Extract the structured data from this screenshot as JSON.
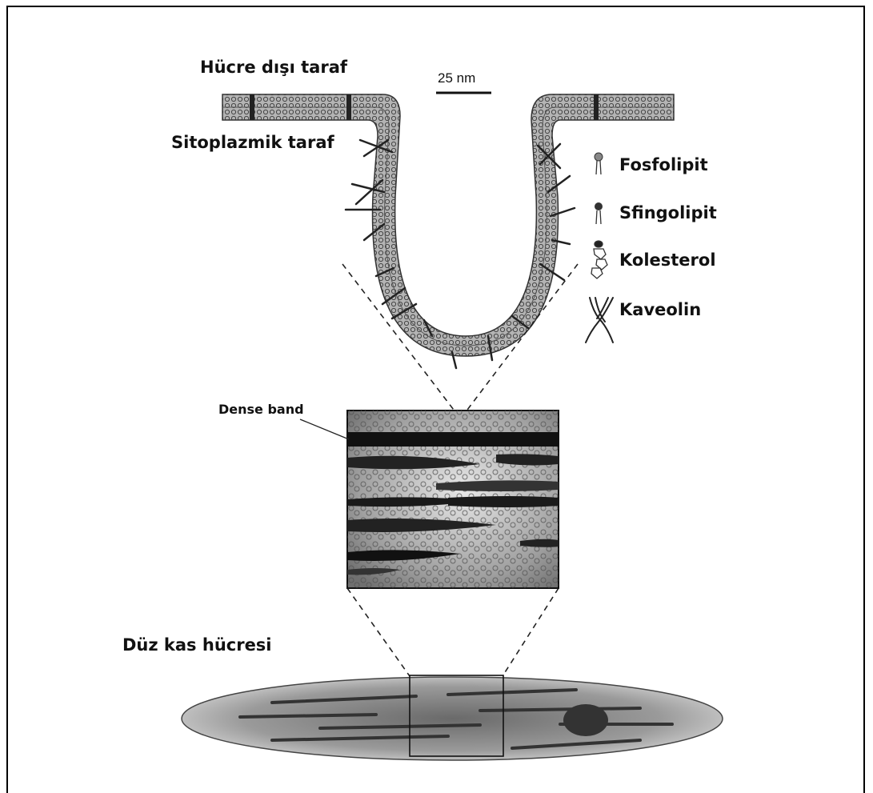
{
  "labels": {
    "extracellular": "Hücre dışı taraf",
    "cytoplasmic": "Sitoplazmik taraf",
    "scale_bar": "25 nm",
    "dense_band": "Dense band",
    "smooth_muscle_cell": "Düz kas hücresi"
  },
  "legend": [
    {
      "label": "Fosfolipit",
      "icon": "phospholipid-icon"
    },
    {
      "label": "Sfingolipit",
      "icon": "sphingolipid-icon"
    },
    {
      "label": "Kolesterol",
      "icon": "cholesterol-icon"
    },
    {
      "label": "Kaveolin",
      "icon": "caveolin-icon"
    }
  ],
  "colors": {
    "membrane_fill": "#a8a8a8",
    "dense_band": "#111111",
    "cell_fill": "#8a8a8a",
    "nucleus": "#333333"
  }
}
